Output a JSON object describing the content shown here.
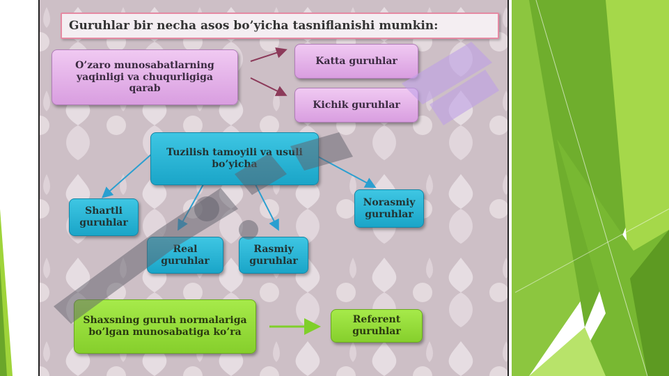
{
  "title": "Guruhlar bir necha asos bo’yicha tasniflanishi mumkin:",
  "pink": {
    "source": "O’zaro  munosabatlarning\nyaqinligi  va  chuqurligiga\nqarab",
    "katta": "Katta guruhlar",
    "kichik": "Kichik guruhlar"
  },
  "cyan": {
    "source": "Tuzilish tamoyili va usuli\nbo’yicha",
    "shartli": "Shartli\nguruhlar",
    "real": "Real\nguruhlar",
    "rasmiy": "Rasmiy\nguruhlar",
    "norasmiy": "Norasmiy\nguruhlar"
  },
  "green": {
    "source": "Shaxsning  guruh  normalariga\nbo’lgan  munosabatiga  ko’ra",
    "referent": "Referent\nguruhlar"
  },
  "colors": {
    "slide_bg": "#cfc2c8",
    "pink": "#e2aee6",
    "cyan": "#2bb7d8",
    "green": "#98dd3a",
    "decor_green": "#6fb52a"
  }
}
